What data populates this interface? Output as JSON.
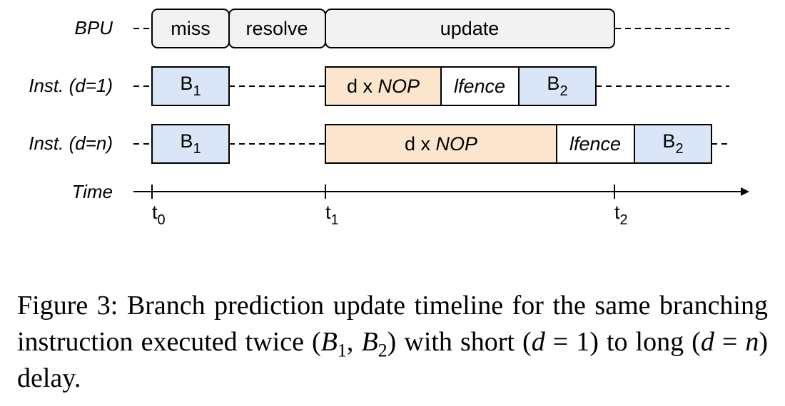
{
  "rows": {
    "bpu": "BPU",
    "inst1": "Inst. (d=1)",
    "instn": "Inst. (d=n)",
    "time": "Time"
  },
  "bpu_phases": [
    "miss",
    "resolve",
    "update"
  ],
  "blocks": {
    "b1_base": "B",
    "b1_sub": "1",
    "b2_base": "B",
    "b2_sub": "2",
    "nop_prefix": "d x ",
    "nop_word": "NOP",
    "lfence": "lfence"
  },
  "time_axis": {
    "ticks": [
      {
        "base": "t",
        "sub": "0"
      },
      {
        "base": "t",
        "sub": "1"
      },
      {
        "base": "t",
        "sub": "2"
      }
    ]
  },
  "caption": {
    "part1": "Figure 3: Branch prediction update timeline for the same branching instruction executed twice (",
    "b1": "B",
    "b1_sub": "1",
    "comma": ", ",
    "b2": "B",
    "b2_sub": "2",
    "part2": ") with short (",
    "d1": "d",
    "eq1": " = 1) to long (",
    "d2": "d",
    "eq2": " = ",
    "n": "n",
    "part3": ") delay."
  },
  "colors": {
    "bpu_fill": "#f2f2f2",
    "branch_fill": "#dae6f7",
    "nop_fill": "#fbe5cd",
    "lfence_fill": "#ffffff"
  }
}
